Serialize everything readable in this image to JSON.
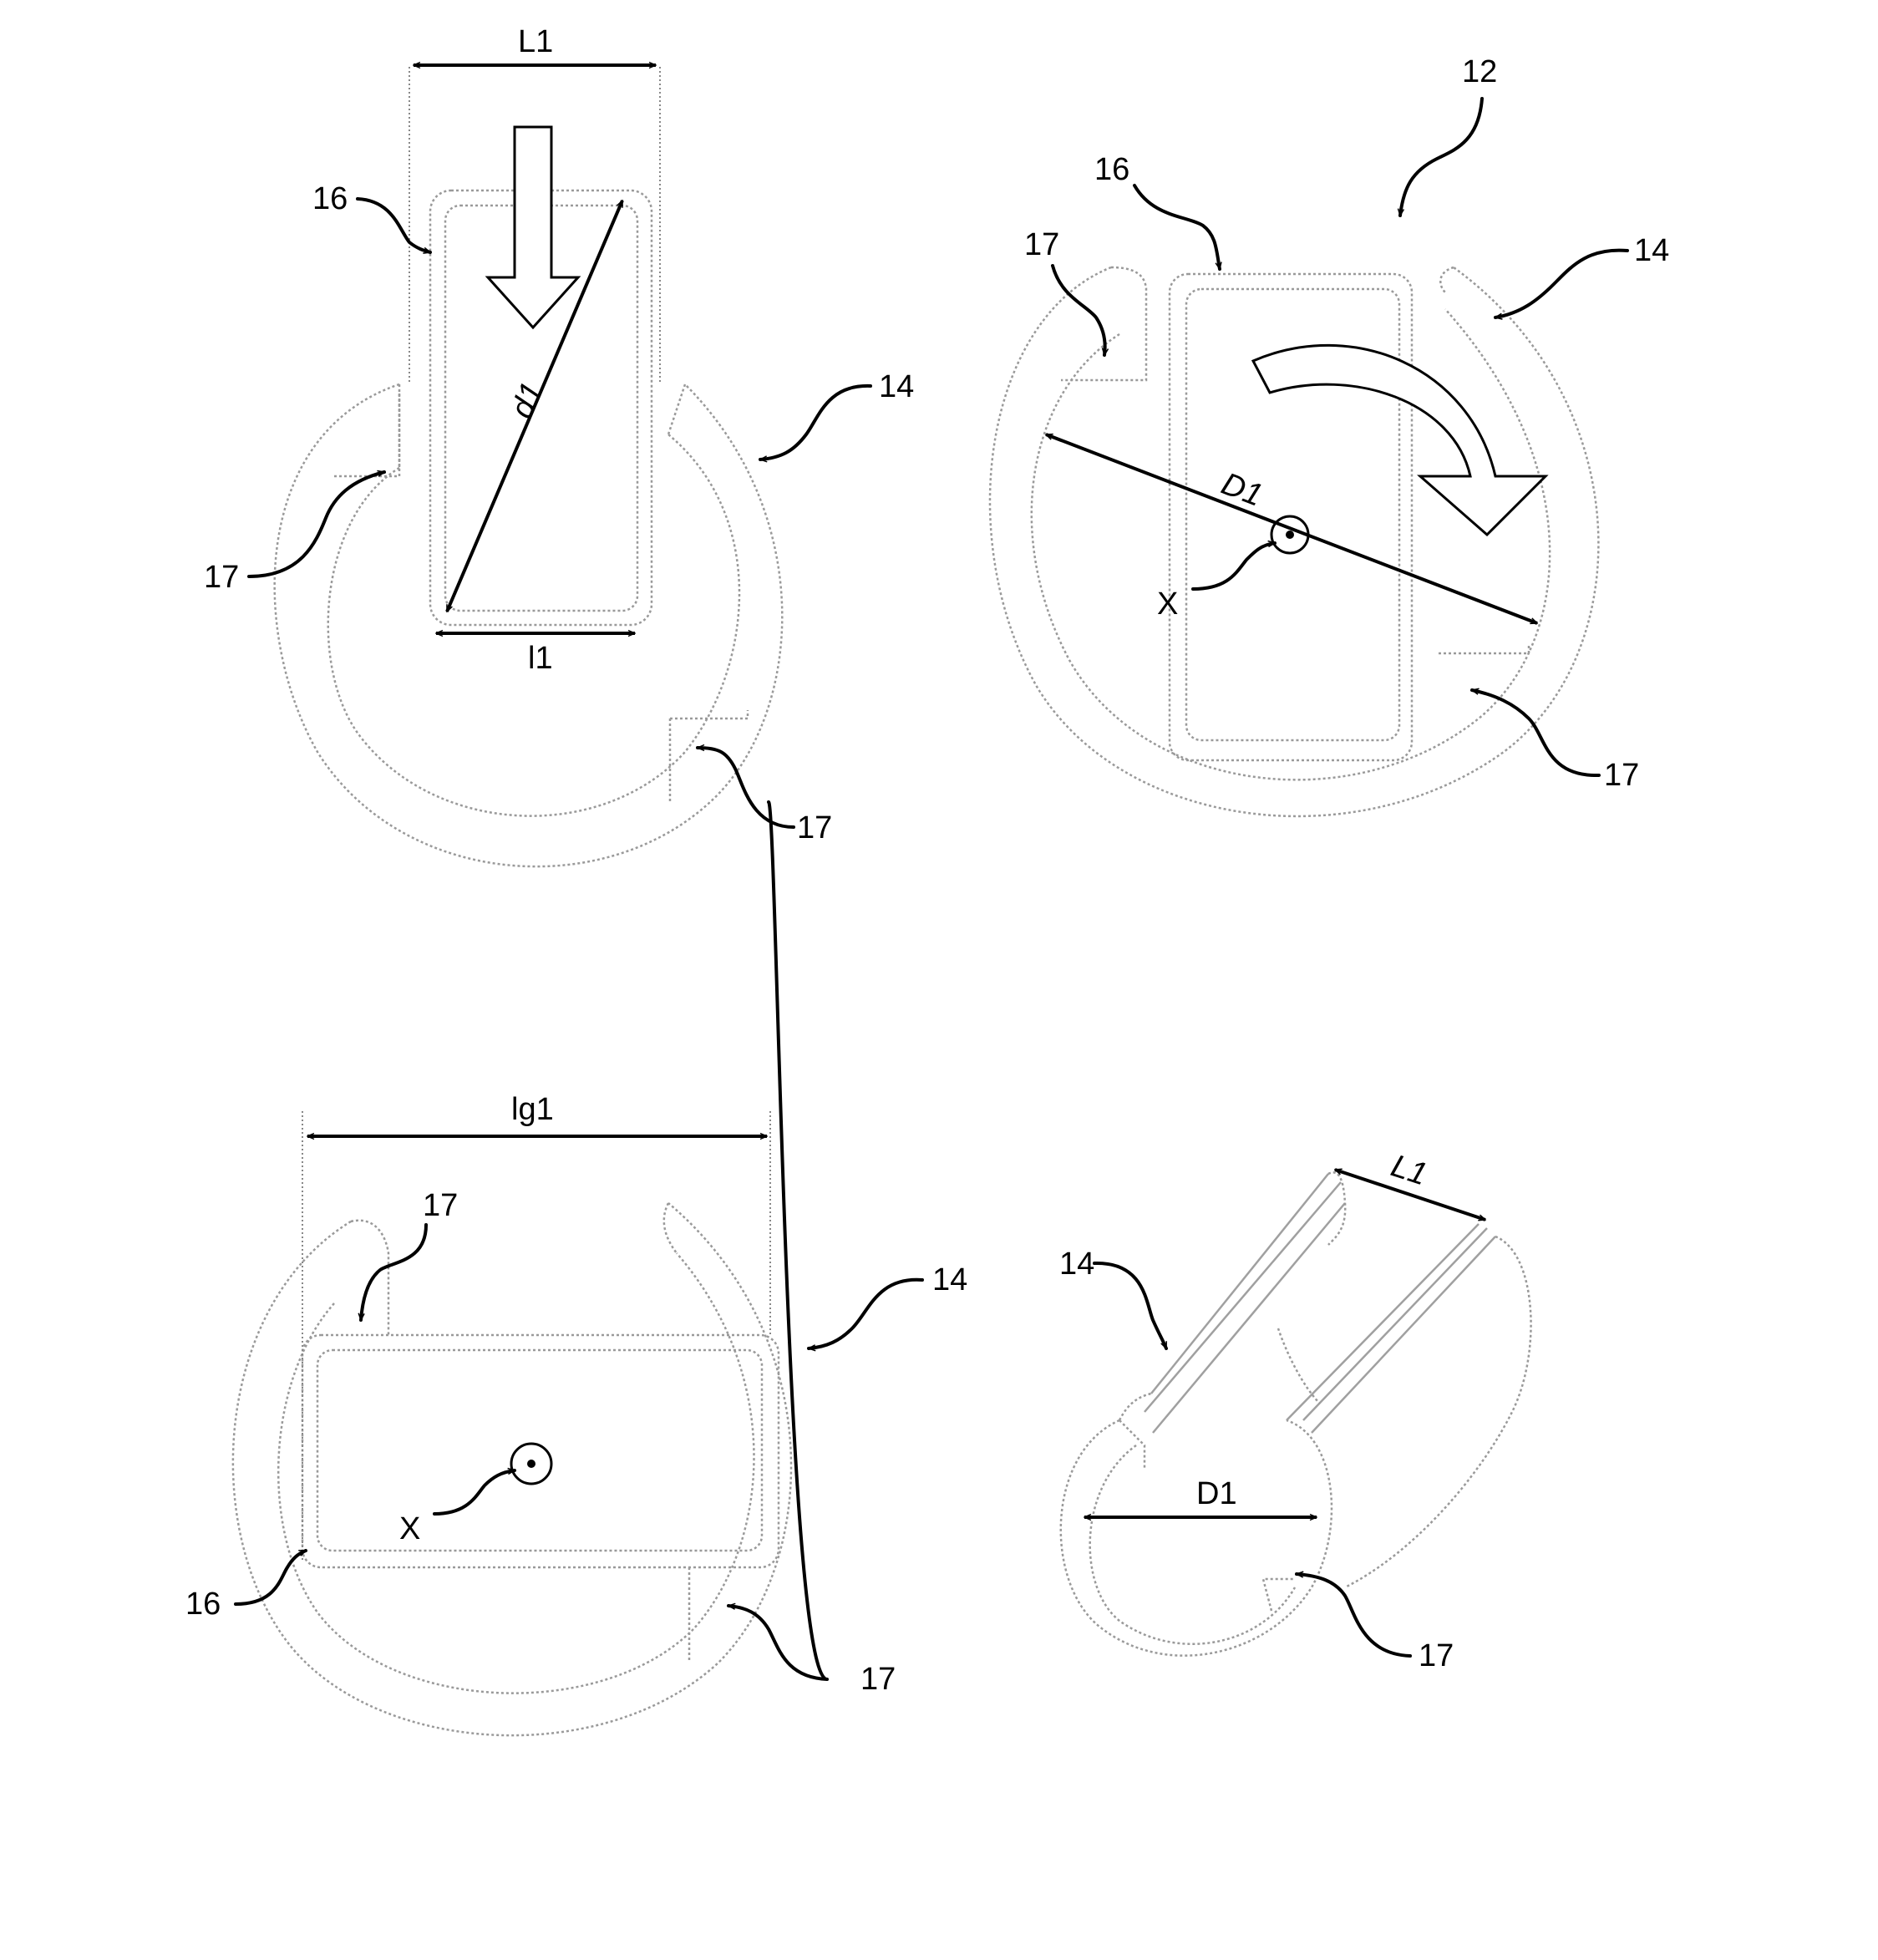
{
  "figure": {
    "top_left": {
      "labels": {
        "dim_width": "L1",
        "dim_diagonal": "d1",
        "dim_inner": "l1",
        "ref_card": "16",
        "ref_ring": "14",
        "ref_step_left": "17",
        "ref_step_bottom": "17"
      }
    },
    "top_right": {
      "labels": {
        "ref_assembly": "12",
        "ref_card": "16",
        "ref_step_left": "17",
        "ref_ring": "14",
        "dim_diameter": "D1",
        "axis": "X",
        "ref_step_right": "17"
      }
    },
    "bottom_left": {
      "labels": {
        "dim_width": "lg1",
        "ref_step_top": "17",
        "ref_ring": "14",
        "axis": "X",
        "ref_card": "16",
        "ref_step_bottom": "17"
      }
    },
    "bottom_right": {
      "labels": {
        "dim_length": "L1",
        "ref_ring": "14",
        "dim_diameter": "D1",
        "ref_step": "17"
      }
    }
  }
}
